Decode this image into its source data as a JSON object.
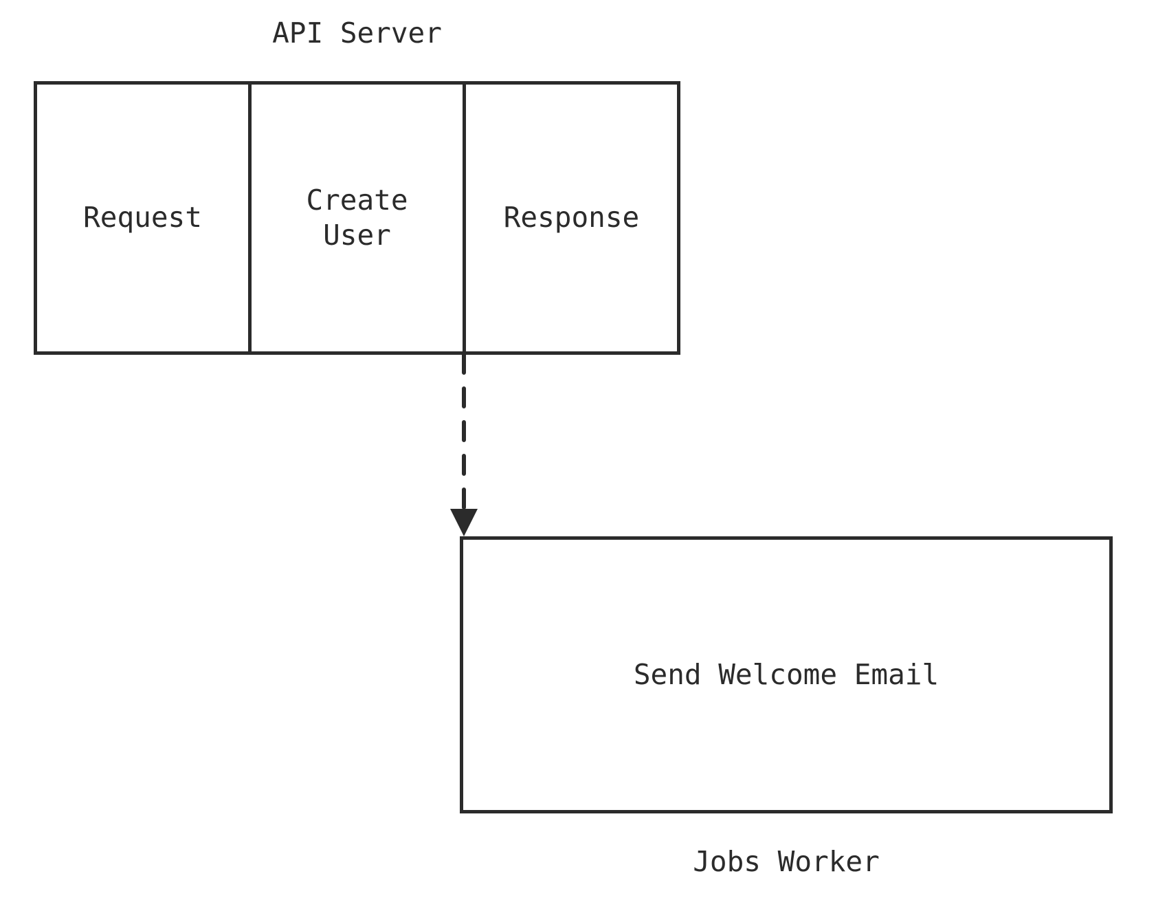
{
  "diagram": {
    "api_server": {
      "label": "API Server",
      "cells": [
        {
          "label": "Request"
        },
        {
          "label": "Create User"
        },
        {
          "label": "Response"
        }
      ]
    },
    "connector": {
      "kind": "dashed-arrow",
      "direction": "down"
    },
    "jobs_worker": {
      "box_label": "Send Welcome Email",
      "label": "Jobs Worker"
    },
    "colors": {
      "stroke": "#2b2b2b",
      "text": "#2b2b2b",
      "background": "#ffffff"
    }
  }
}
